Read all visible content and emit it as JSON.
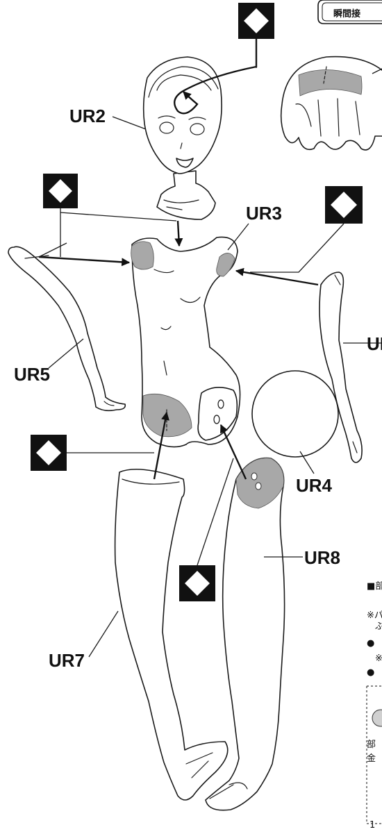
{
  "header": {
    "badge_text": "瞬間接"
  },
  "labels": {
    "ur2": "UR2",
    "ur3": "UR3",
    "ur4": "UR4",
    "ur5": "UR5",
    "ur6_partial": "UI",
    "ur7": "UR7",
    "ur8": "UR8"
  },
  "notes": {
    "line1": "■部",
    "line2": "※パ",
    "line2b": "ぶ",
    "line3": "●",
    "line4": "※",
    "line5": "●",
    "line6": "部",
    "line7": "金",
    "page_number": "1"
  },
  "symbols": {
    "glue_marker": "diamond-in-square",
    "glue_fill": "#a8a8a8"
  }
}
